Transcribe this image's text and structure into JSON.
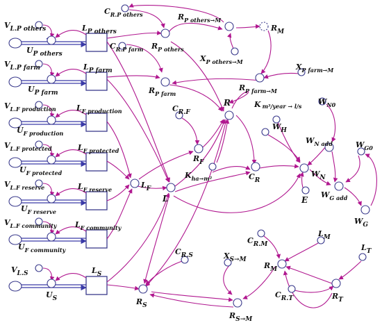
{
  "nodes": {
    "v_lp_others": {
      "label": "V",
      "sub": "L.P others"
    },
    "up_others": {
      "label": "U",
      "sub": "P others"
    },
    "lp_others": {
      "label": "L",
      "sub": "P others"
    },
    "v_lp_farm": {
      "label": "V",
      "sub": "L.P farm"
    },
    "up_farm": {
      "label": "U",
      "sub": "P farm"
    },
    "lp_farm": {
      "label": "L",
      "sub": "P farm"
    },
    "v_lf_production": {
      "label": "V",
      "sub": "L.F production"
    },
    "uf_production": {
      "label": "U",
      "sub": "F production"
    },
    "lf_production": {
      "label": "L",
      "sub": "F production"
    },
    "v_lf_protected": {
      "label": "V",
      "sub": "L.F protected"
    },
    "uf_protected": {
      "label": "U",
      "sub": "F protected"
    },
    "lf_protected": {
      "label": "L",
      "sub": "F protected"
    },
    "v_lf_reserve": {
      "label": "V",
      "sub": "L.F reserve"
    },
    "uf_reserve": {
      "label": "U",
      "sub": "F reserve"
    },
    "lf_reserve": {
      "label": "L",
      "sub": "F reserve"
    },
    "v_lf_community": {
      "label": "V",
      "sub": "L.F community"
    },
    "uf_community": {
      "label": "U",
      "sub": "F community"
    },
    "lf_community": {
      "label": "L",
      "sub": "F community"
    },
    "v_ls": {
      "label": "V",
      "sub": "L.S"
    },
    "us": {
      "label": "U",
      "sub": "S"
    },
    "ls": {
      "label": "L",
      "sub": "S"
    },
    "c_rp_others": {
      "label": "C",
      "sub": "R.P others"
    },
    "rp_others": {
      "label": "R",
      "sub": "P others"
    },
    "rp_others_m": {
      "label": "R",
      "sub": "P others→M"
    },
    "rm_top": {
      "label": "R",
      "sub": "M"
    },
    "xp_others_m": {
      "label": "X",
      "sub": "P others→M"
    },
    "c_rp_farm": {
      "label": "C",
      "sub": "R.P farm"
    },
    "rp_farm": {
      "label": "R",
      "sub": "P farm"
    },
    "rp_farm_m": {
      "label": "R",
      "sub": "P farm→M"
    },
    "xp_farm_m": {
      "label": "X",
      "sub": "P farm→M"
    },
    "r": {
      "label": "R",
      "sub": ""
    },
    "c_rf": {
      "label": "C",
      "sub": "R.F"
    },
    "rf": {
      "label": "R",
      "sub": "F"
    },
    "lf": {
      "label": "L",
      "sub": "F"
    },
    "l": {
      "label": "L",
      "sub": ""
    },
    "k_ha_m2": {
      "label": "K",
      "sub": "ha→m²"
    },
    "cr": {
      "label": "C",
      "sub": "R"
    },
    "k_m3": {
      "label": "K",
      "sub": "m³/year → l/s"
    },
    "wh": {
      "label": "W",
      "sub": "H"
    },
    "wn0": {
      "label": "W",
      "sub": "N0"
    },
    "wn_add": {
      "label": "W",
      "sub": "N add"
    },
    "wn": {
      "label": "W",
      "sub": "N"
    },
    "e": {
      "label": "E",
      "sub": ""
    },
    "wg0": {
      "label": "W",
      "sub": "G0"
    },
    "wg_add": {
      "label": "W",
      "sub": "G add"
    },
    "wg": {
      "label": "W",
      "sub": "G"
    },
    "c_rs": {
      "label": "C",
      "sub": "R.S"
    },
    "rs": {
      "label": "R",
      "sub": "S"
    },
    "xs_m": {
      "label": "X",
      "sub": "S→M"
    },
    "rs_m": {
      "label": "R",
      "sub": "S→M"
    },
    "c_rm": {
      "label": "C",
      "sub": "R.M"
    },
    "lm": {
      "label": "L",
      "sub": "M"
    },
    "rm": {
      "label": "R",
      "sub": "M"
    },
    "lt": {
      "label": "L",
      "sub": "T"
    },
    "c_rt": {
      "label": "C",
      "sub": "R.T"
    },
    "rt": {
      "label": "R",
      "sub": "T"
    }
  }
}
